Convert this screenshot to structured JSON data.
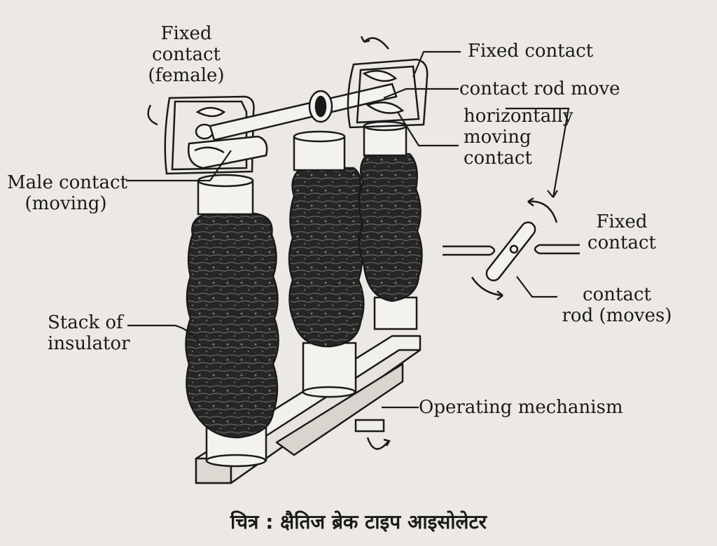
{
  "labels": {
    "fixed_contact_female": [
      "Fixed",
      "contact",
      "(female)"
    ],
    "fixed_contact_top": "Fixed contact",
    "contact_rod_move": "contact rod move",
    "horizontally_moving_contact": [
      "horizontally",
      "moving",
      "contact"
    ],
    "male_contact": [
      "Male contact",
      "(moving)"
    ],
    "stack_of_insulator": [
      "Stack of",
      "insulator"
    ],
    "fixed_contact_side": [
      "Fixed",
      "contact"
    ],
    "contact_rod_moves": [
      "contact",
      "rod (moves)"
    ],
    "operating_mechanism": "Operating mechanism"
  },
  "caption": "चित्र : क्षैतिज ब्रेक टाइप आइसोलेटर",
  "colors": {
    "paper": "#ece9e4",
    "ink": "#1a1a1a",
    "insulator": "#232323"
  }
}
